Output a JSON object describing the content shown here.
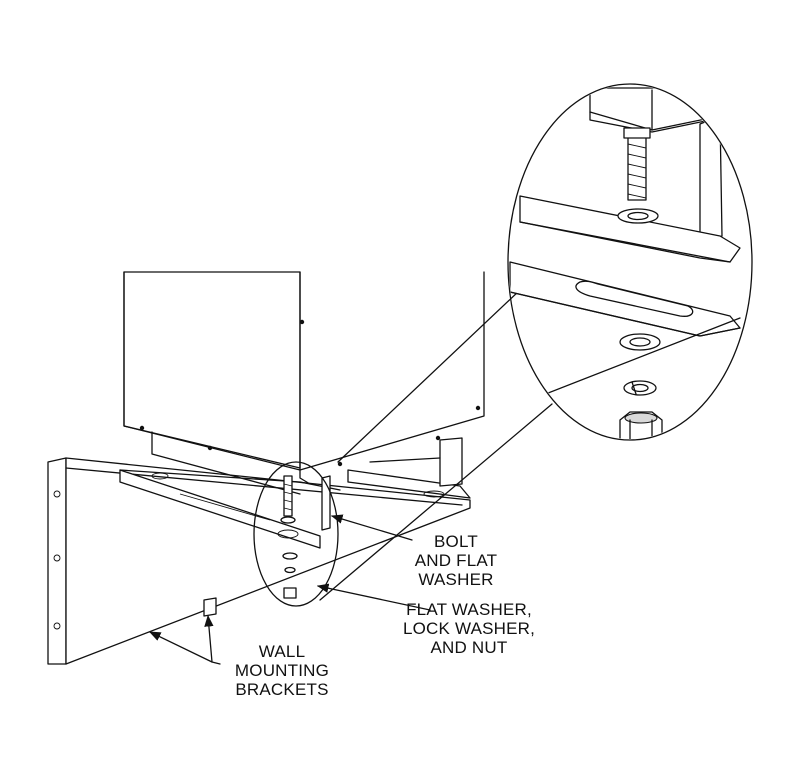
{
  "labels": {
    "bolt": [
      "BOLT",
      "AND FLAT",
      "WASHER"
    ],
    "hardware": [
      "FLAT WASHER,",
      "LOCK WASHER,",
      "AND NUT"
    ],
    "brackets": [
      "WALL",
      "MOUNTING",
      "BRACKETS"
    ]
  }
}
